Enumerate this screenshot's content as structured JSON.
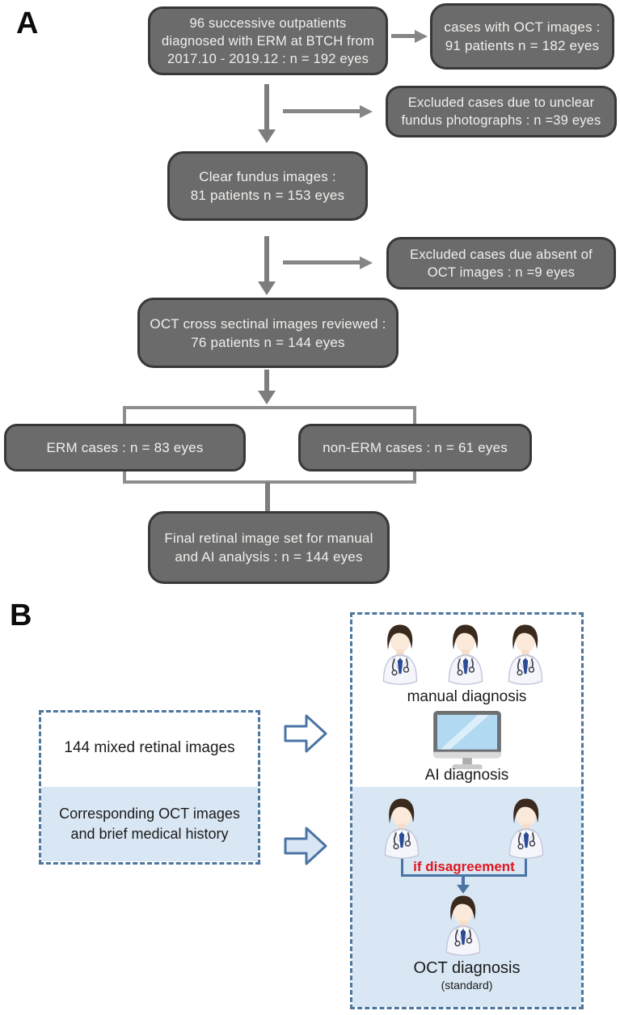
{
  "figure": {
    "panel_a_label": "A",
    "panel_b_label": "B"
  },
  "colors": {
    "flow_box_fill": "#6b6b6b",
    "flow_box_border": "#383838",
    "flow_box_text": "#f2efec",
    "flow_arrow": "#7d7d7d",
    "merge_bracket": "#8e8e8e",
    "dashed_border_blue": "#4d779f",
    "light_blue_fill": "#d9e7f4",
    "accent_blue": "#4a74a4",
    "alert_red": "#e0161f"
  },
  "a": {
    "box_outpatients": {
      "lines": [
        "96 successive outpatients",
        "diagnosed with ERM at BTCH from",
        "2017.10 - 2019.12 : n = 192 eyes"
      ]
    },
    "box_oct_cases": {
      "lines": [
        "cases with OCT images :",
        "91 patients n = 182 eyes"
      ]
    },
    "box_excluded_fundus": {
      "lines": [
        "Excluded cases due to unclear",
        "fundus photographs : n =39 eyes"
      ]
    },
    "box_clear_fundus": {
      "lines": [
        "Clear fundus images  :",
        "81 patients n = 153 eyes"
      ]
    },
    "box_excluded_oct": {
      "lines": [
        "Excluded cases due absent of",
        "OCT images : n =9 eyes"
      ]
    },
    "box_oct_reviewed": {
      "lines": [
        "OCT cross sectinal images reviewed  :",
        "76 patients n = 144 eyes"
      ]
    },
    "box_erm": {
      "lines": [
        "ERM cases : n = 83 eyes"
      ]
    },
    "box_non_erm": {
      "lines": [
        "non-ERM cases : n = 61 eyes"
      ]
    },
    "box_final": {
      "lines": [
        "Final retinal image set for  manual",
        "and AI analysis : n = 144 eyes"
      ]
    }
  },
  "b": {
    "input_box": {
      "top_label": "144 mixed retinal images",
      "bottom_lines": [
        "Corresponding OCT images",
        "and brief medical history"
      ]
    },
    "diagnosis_box": {
      "manual_label": "manual diagnosis",
      "ai_label": "AI diagnosis",
      "disagreement_label": "if disagreement",
      "oct_label": "OCT diagnosis",
      "standard_label": "(standard)"
    }
  },
  "icons": {
    "doctor": "doctor-icon",
    "monitor": "monitor-icon",
    "block_arrow": "block-arrow-icon",
    "flow_arrow": "flow-arrow-icon"
  }
}
